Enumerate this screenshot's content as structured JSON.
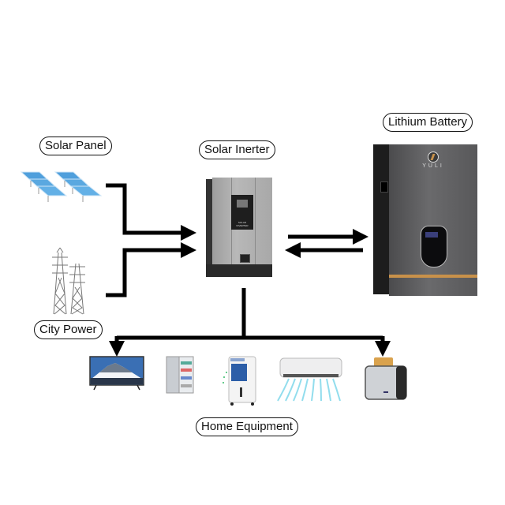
{
  "labels": {
    "solar_panel": "Solar Panel",
    "solar_inverter": "Solar Inerter",
    "lithium_battery": "Lithium Battery",
    "city_power": "City Power",
    "home_equipment": "Home Equipment"
  },
  "inverter": {
    "panel_text": "SOLAR INVERTER"
  },
  "battery": {
    "brand": "YULI"
  },
  "home_equipment_items": [
    "television",
    "refrigerator",
    "air-cooler",
    "air-conditioner",
    "toaster"
  ],
  "flows": [
    {
      "from": "Solar Panel",
      "to": "Solar Inerter",
      "direction": "one-way"
    },
    {
      "from": "City Power",
      "to": "Solar Inerter",
      "direction": "one-way"
    },
    {
      "from": "Solar Inerter",
      "to": "Lithium Battery",
      "direction": "two-way"
    },
    {
      "from": "Solar Inerter",
      "to": "Home Equipment",
      "direction": "one-way"
    }
  ],
  "colors": {
    "wire": "#000000",
    "battery_body": "#5a5a5c",
    "battery_stripe": "#c8914a",
    "inverter_body": "#a9a9a9",
    "panel_blue": "#5aa8e0",
    "ac_air": "#7fd8ea"
  }
}
